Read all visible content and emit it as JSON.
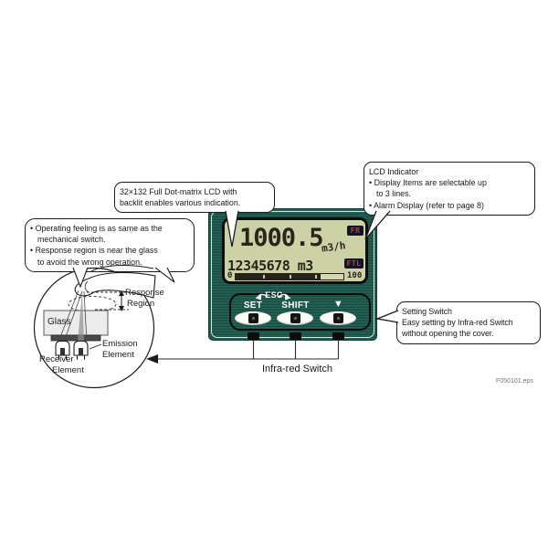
{
  "callout_lcd_matrix": {
    "line1": "32×132 Full Dot-matrix LCD with",
    "line2": "backlit enables various indication."
  },
  "callout_lcd_indicator": {
    "title": "LCD Indicator",
    "line1": "• Display Items are selectable up",
    "line2": "to 3 lines.",
    "line3": "• Alarm Display (refer to page 8)"
  },
  "callout_operating": {
    "line1": "• Operating feeling is as same as the",
    "line2": "mechanical switch.",
    "line3": "• Response region is near the glass",
    "line4": "to avoid the wrong operation."
  },
  "callout_setting": {
    "title": "Setting Switch",
    "line1": "Easy setting by Infra-red Switch",
    "line2": "without opening the cover."
  },
  "lcd": {
    "flow_value": "1000.5",
    "flow_unit": "m3/h",
    "flow_badge": "FR",
    "total_value": "12345678 m3",
    "total_badge": "FTL",
    "bar_min": "0",
    "bar_max": "100",
    "bar_fill_percent": 79,
    "bar_fill_style": "width:79%"
  },
  "buttons": {
    "esc": "ESC",
    "set": "SET",
    "shift": "SHIFT",
    "down": "▼"
  },
  "detail": {
    "response_line1": "Response",
    "response_line2": "Region",
    "glass": "Glass",
    "emission_line1": "Emission",
    "emission_line2": "Element",
    "receiver_line1": "Receiver",
    "receiver_line2": "Element"
  },
  "infrared_label": "Infra-red Switch",
  "file_label": "F050101.eps",
  "icons": {
    "esc_left": "curved-arrow-left",
    "esc_right": "curved-arrow-right",
    "down_button": "down-triangle",
    "pointer_arrow": "left-arrowhead"
  },
  "colors": {
    "panel_green": "#1b5a4d",
    "lcd_bg": "#cdd2a6",
    "badge_bg": "#131329",
    "badge_text": "#9e4a38"
  }
}
